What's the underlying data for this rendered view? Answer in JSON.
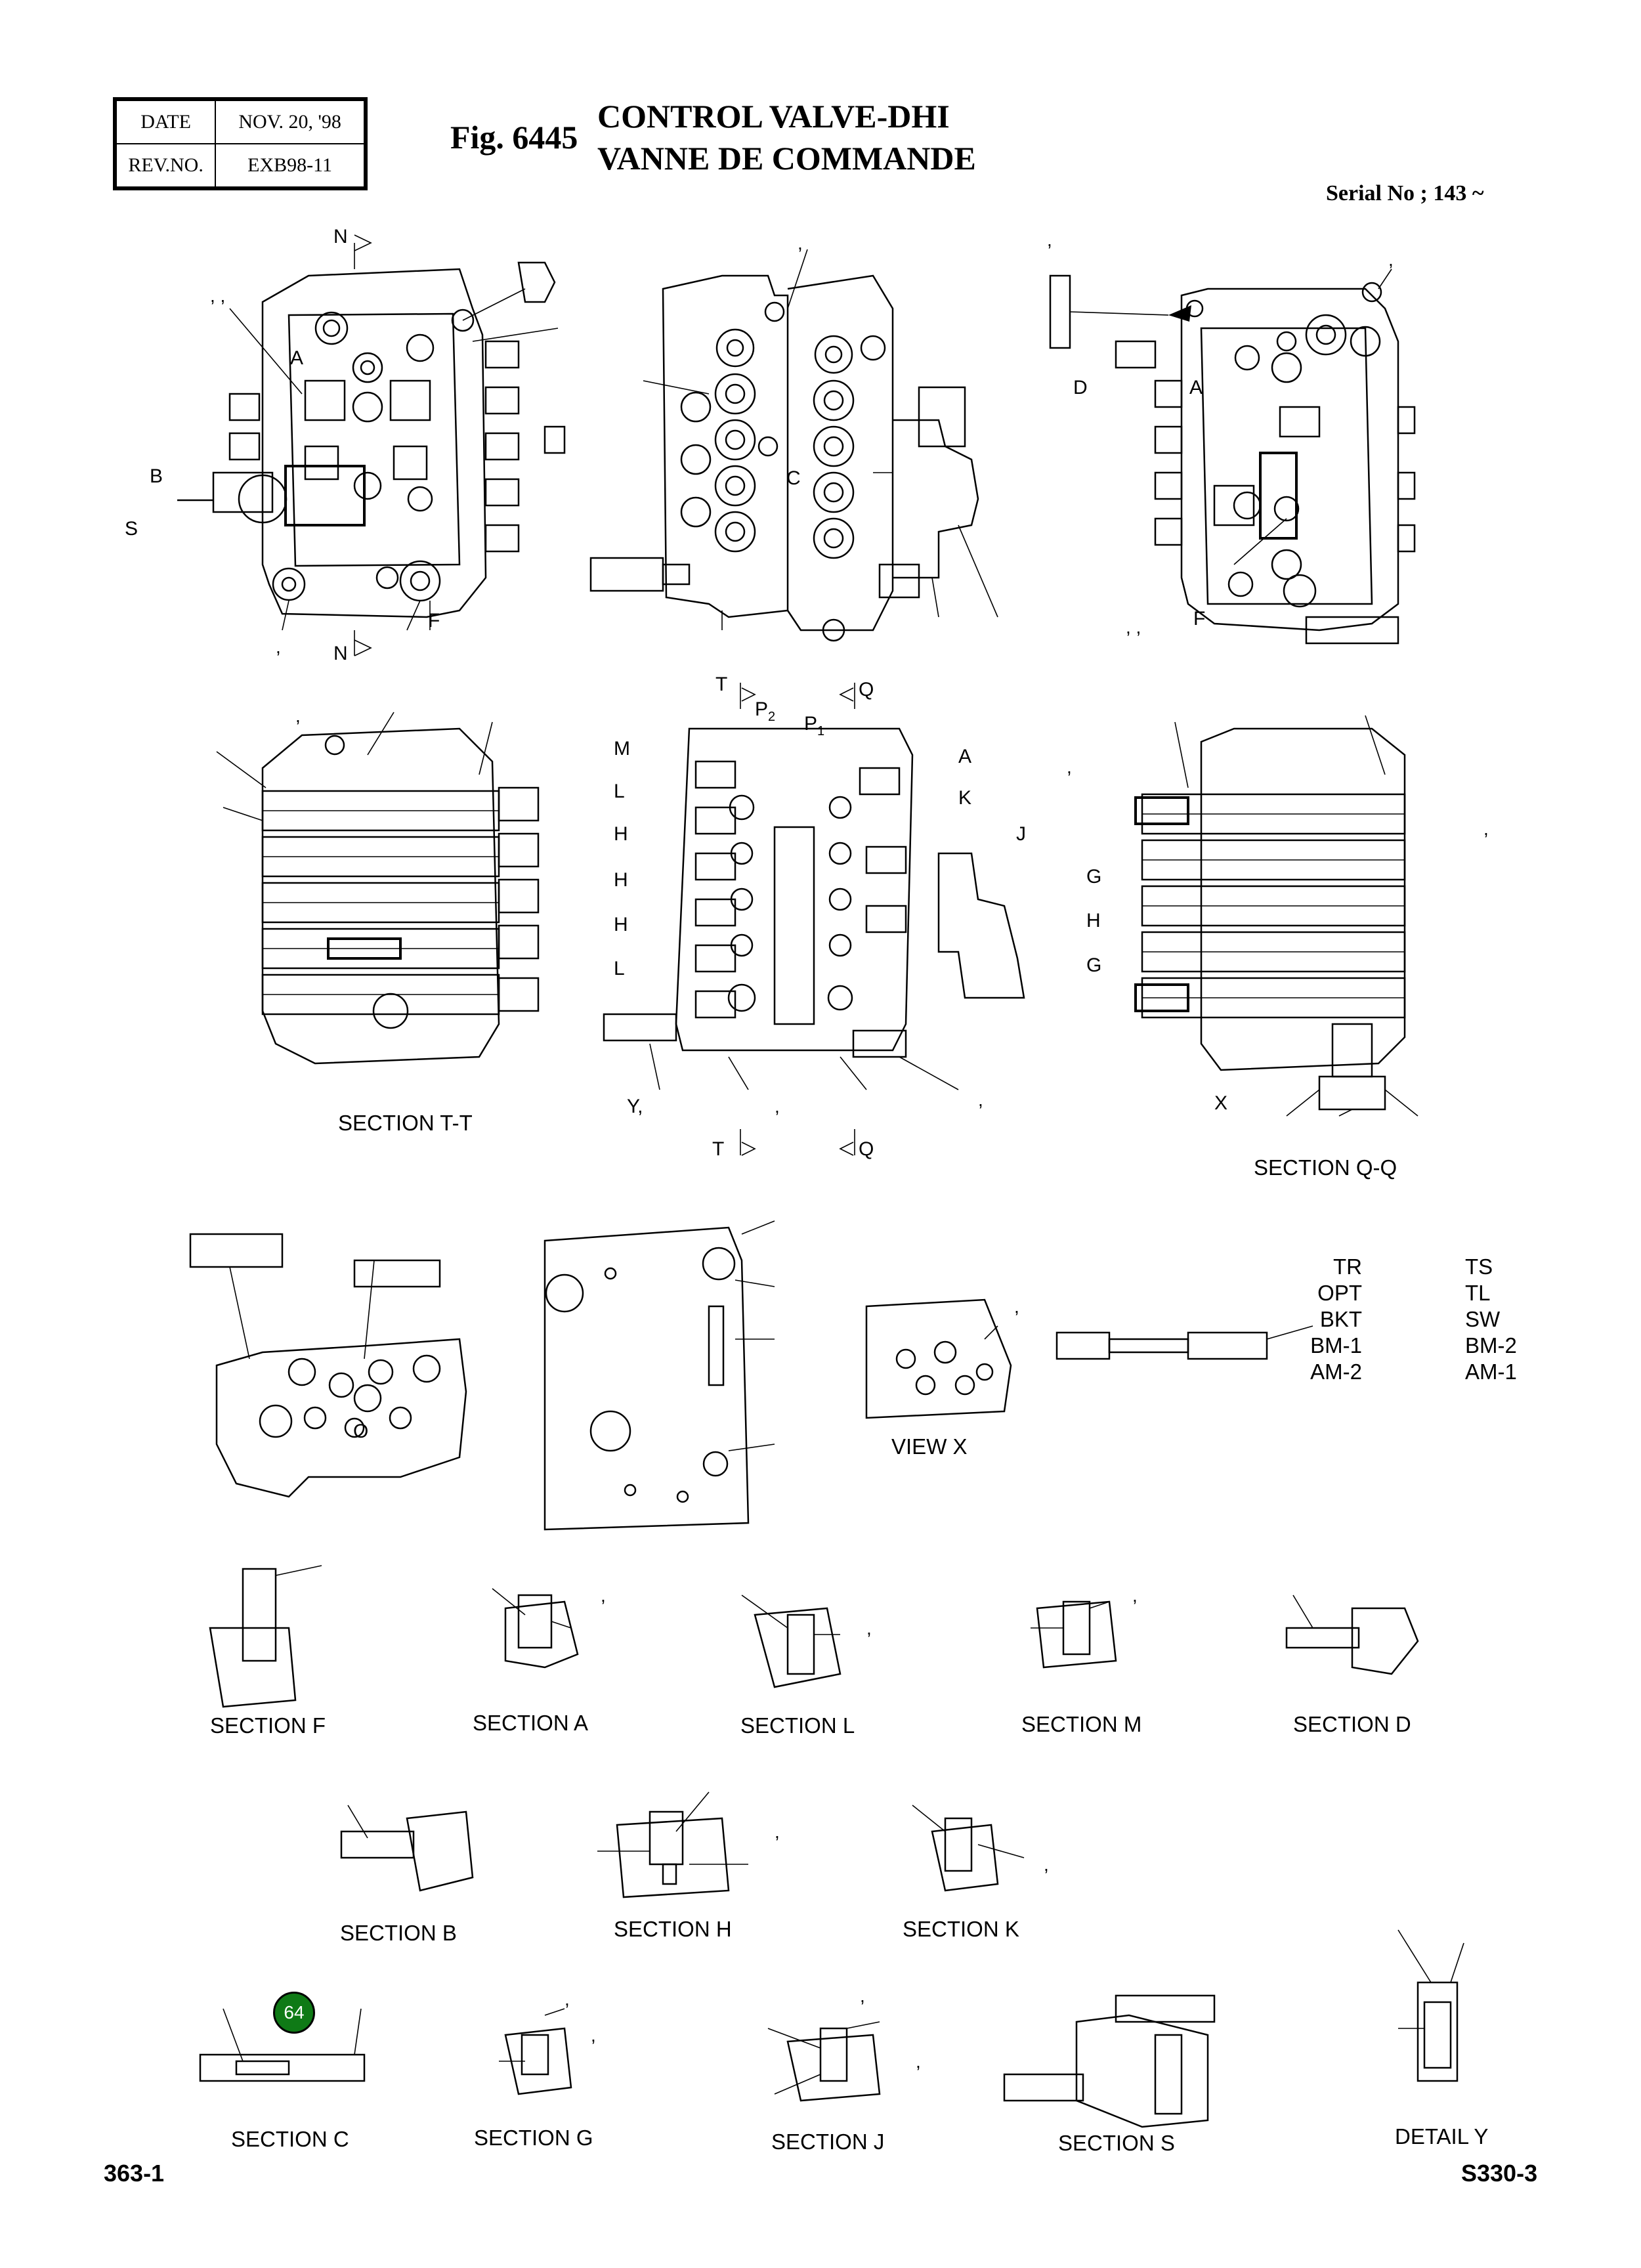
{
  "header": {
    "date_label": "DATE",
    "date_value": "NOV. 20, '98",
    "rev_label": "REV.NO.",
    "rev_value": "EXB98-11",
    "fig_label": "Fig. 6445",
    "title_en": "CONTROL VALVE-DHI",
    "title_fr": "VANNE DE COMMANDE",
    "serial": "Serial No ; 143 ~"
  },
  "sections": {
    "tt": "SECTION  T-T",
    "qq": "SECTION  Q-Q",
    "view_x": "VIEW X",
    "f": "SECTION  F",
    "a": "SECTION  A",
    "l": "SECTION  L",
    "m": "SECTION  M",
    "d": "SECTION  D",
    "b": "SECTION  B",
    "h": "SECTION  H",
    "k": "SECTION  K",
    "c": "SECTION  C",
    "g": "SECTION  G",
    "j": "SECTION  J",
    "s": "SECTION  S",
    "detail_y": "DETAIL  Y"
  },
  "spool_codes": {
    "left": [
      "TR",
      "OPT",
      "BKT",
      "BM-1",
      "AM-2"
    ],
    "right": [
      "TS",
      "TL",
      "SW",
      "BM-2",
      "AM-1"
    ]
  },
  "callout_badge": "64",
  "footer": {
    "page": "363-1",
    "model": "S330-3"
  },
  "view_markers": {
    "N": "N",
    "A": "A",
    "B": "B",
    "S": "S",
    "F": "F",
    "C": "C",
    "D": "D",
    "T": "T",
    "P2": "P",
    "P2_sub": "2",
    "P1": "P",
    "P1_sub": "1",
    "Q": "Q",
    "M": "M",
    "L": "L",
    "H": "H",
    "K": "K",
    "J": "J",
    "G": "G",
    "X": "X",
    "Y": "Y,",
    "O": "O"
  },
  "colors": {
    "line": "#000000",
    "badge": "#0f7a16"
  }
}
